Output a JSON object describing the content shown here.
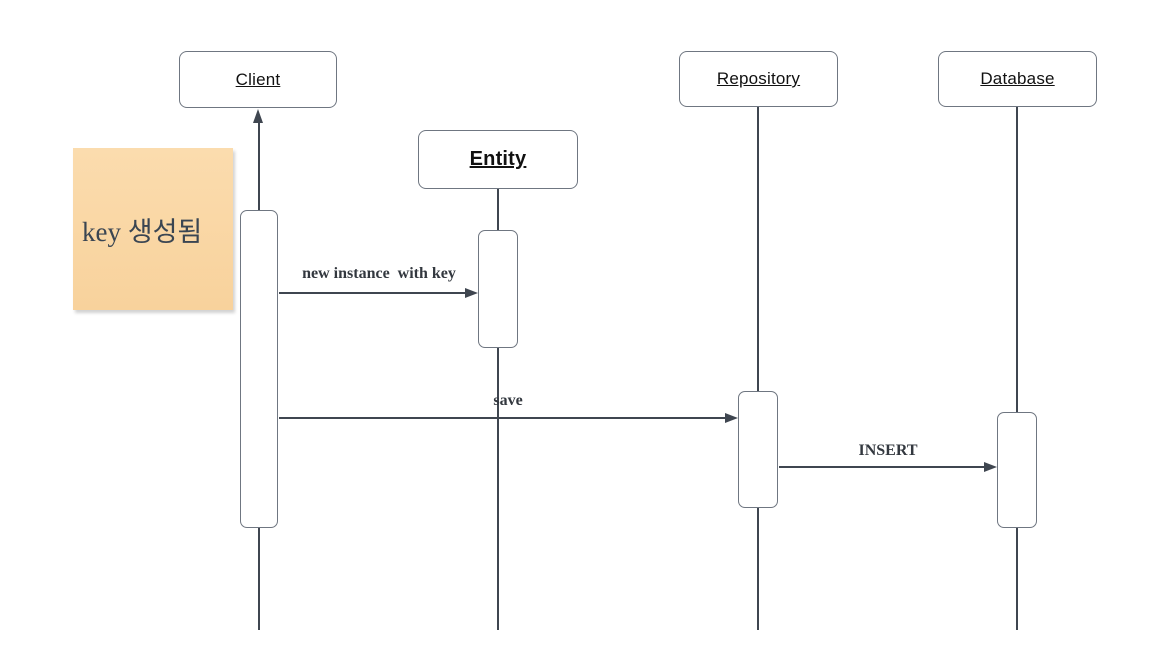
{
  "diagram": {
    "type": "uml-sequence",
    "background": "#ffffff",
    "colors": {
      "line": "#3f4650",
      "box_border": "#6f7681",
      "box_fill": "#ffffff",
      "actor_text": "#111111",
      "message_text": "#33383f",
      "note_fill": "#f9d6a4",
      "note_text": "#3a4552"
    },
    "lifelines": [
      {
        "label": "Client"
      },
      {
        "label": "Entity"
      },
      {
        "label": "Repository"
      },
      {
        "label": "Database"
      }
    ],
    "messages": [
      {
        "label": "new instance  with key",
        "from": "Client",
        "to": "Entity"
      },
      {
        "label": "save",
        "from": "Client",
        "to": "Repository"
      },
      {
        "label": "INSERT",
        "from": "Repository",
        "to": "Database"
      }
    ],
    "return_arrow": {
      "from": "Client activation",
      "to": "Client",
      "direction": "up"
    },
    "note": {
      "text": "key 생성됨"
    }
  }
}
